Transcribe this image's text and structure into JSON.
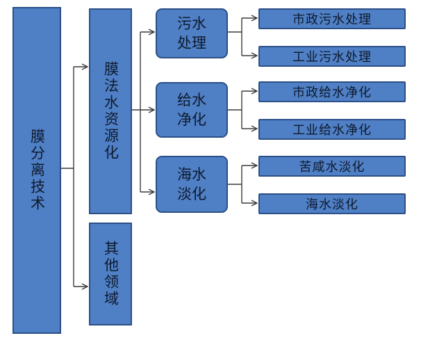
{
  "root": {
    "label": "膜分离技术"
  },
  "level1": [
    {
      "label": "膜法水资源化"
    },
    {
      "label": "其他领域"
    }
  ],
  "level2": [
    {
      "label": "污水\n处理"
    },
    {
      "label": "给水\n净化"
    },
    {
      "label": "海水\n淡化"
    }
  ],
  "leaves": [
    {
      "label": "市政污水处理"
    },
    {
      "label": "工业污水处理"
    },
    {
      "label": "市政给水净化"
    },
    {
      "label": "工业给水净化"
    },
    {
      "label": "苦咸水淡化"
    },
    {
      "label": "海水淡化"
    }
  ],
  "colors": {
    "box_fill": "#4f7fc4",
    "box_border": "#2b4f86",
    "connector": "#3a3a3a"
  }
}
